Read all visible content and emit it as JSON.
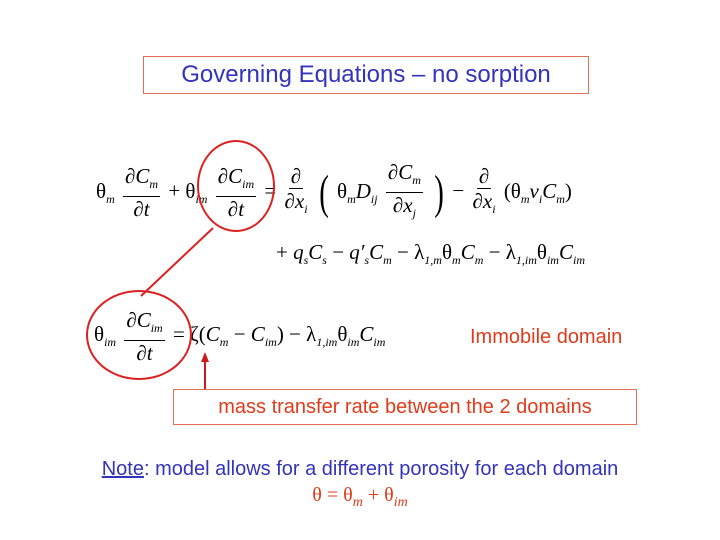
{
  "slide": {
    "title": "Governing Equations – no sorption",
    "equations": {
      "mobile_line1": "θm ∂Cm/∂t + θim ∂Cim/∂t = ∂/∂xi(θm Dij ∂Cm/∂xj) − ∂/∂xi(θm vi Cm)",
      "mobile_line2": "+ qs Cs − q's Cm − λ1,m θm Cm − λ1,im θim Cim",
      "immobile": "θim ∂Cim/∂t = ζ(Cm − Cim) − λ1,im θim Cim"
    },
    "labels": {
      "immobile_domain": "Immobile domain",
      "mass_transfer": "mass transfer rate between the 2 domains"
    },
    "note": {
      "prefix": "Note",
      "text": ": model allows for a different porosity for each domain",
      "formula_theta": "θ = θ",
      "formula_m": "m",
      "formula_plus": " + θ",
      "formula_im": "im"
    },
    "colors": {
      "title": "#3333bb",
      "accent_red": "#e03a1a",
      "circle": "#dd2020",
      "box_border": "#e07050"
    }
  }
}
